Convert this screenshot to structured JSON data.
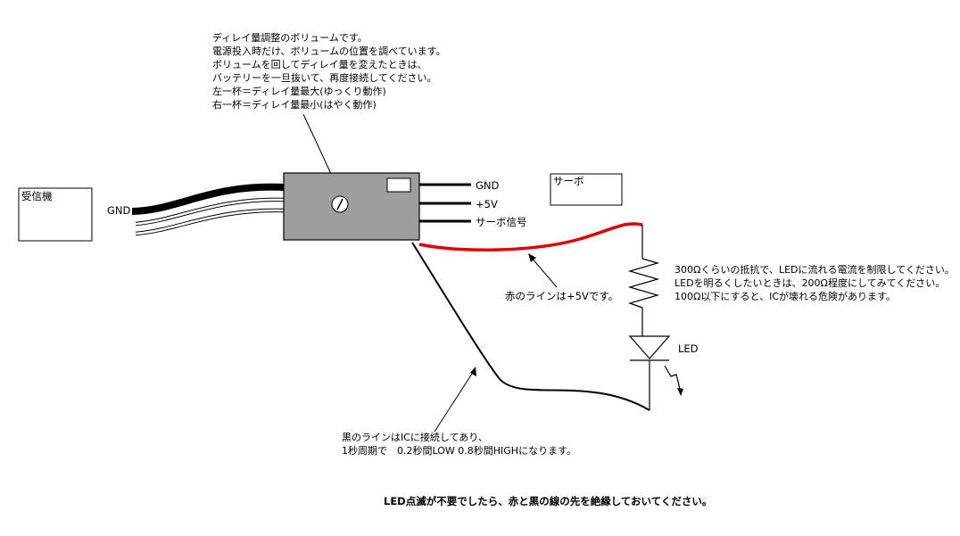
{
  "volume_note": [
    "ディレイ量調整のボリュームです。",
    "電源投入時だけ、ボリュームの位置を調べています。",
    "ボリュームを回してディレイ量を変えたときは、",
    "バッテリーを一旦抜いて、再度接続してください。",
    "左一杯＝ディレイ量最大(ゆっくり動作)",
    "右一杯＝ディレイ量最小(はやく動作)"
  ],
  "receiver_label": "受信機",
  "receiver_gnd_label": "GND",
  "servo_label": "サーボ",
  "outputs": [
    "GND",
    "+5V",
    "サーボ信号"
  ],
  "red_note": "赤のラインは+5Vです。",
  "resistor_note": [
    "300Ωくらいの抵抗で、LEDに流れる電流を制限してください。",
    "LEDを明るくしたいときは、200Ω程度にしてみてください。",
    "100Ω以下にすると、ICが壊れる危険があります。"
  ],
  "led_label": "LED",
  "black_note": [
    "黒のラインはICに接続してあり、",
    "1秒周期で　0.2秒間LOW 0.8秒間HIGHになります。"
  ],
  "footer_note": "LED点滅が不要でしたら、赤と黒の線の先を絶縁しておいてください。",
  "colors": {
    "red_wire": "#e00000",
    "module_fill": "#9e9e9e",
    "black_wire": "#000000"
  }
}
